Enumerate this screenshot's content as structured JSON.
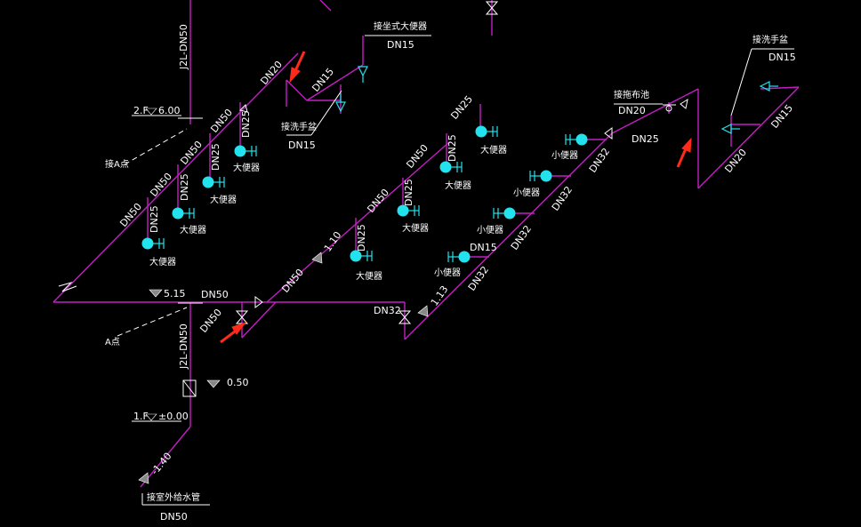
{
  "colors": {
    "background": "#000000",
    "pipe": "#c21fc2",
    "text": "#ffffff",
    "fixture": "#22e2ee",
    "arrow": "#ff2a1a"
  },
  "riser_top": "J2L-DN50",
  "riser_bottom": "J2L-DN50",
  "level_2f": "2.F",
  "level_2f_value": "6.00",
  "level_1f": "1.F",
  "level_1f_value": "±0.00",
  "point_a_connect": "接A点",
  "point_a": "A点",
  "elev_515": "5.15",
  "elev_050": "0.50",
  "elev_110": "1.10",
  "elev_113": "1.13",
  "elev_neg140": "-1.40",
  "outdoor_supply": "接室外给水管",
  "outdoor_size": "DN50",
  "toilet_seat_label": "接坐式大便器",
  "toilet_seat_size": "DN15",
  "basin_label": "接洗手盆",
  "basin_size": "DN15",
  "basin_label_right": "接洗手盆",
  "basin_size_right": "DN15",
  "mop_sink_label": "接拖布池",
  "mop_sink_size": "DN20",
  "dn": {
    "dn20_top": "DN20",
    "dn15_top": "DN15",
    "dn50_a": "DN50",
    "dn50_b": "DN50",
    "dn50_c": "DN50",
    "dn50_d": "DN50",
    "dn25_a": "DN25",
    "dn25_b": "DN25",
    "dn25_c": "DN25",
    "dn25_d": "DN25",
    "dn50_main": "DN50",
    "dn50_lower": "DN50",
    "dn50_mid": "DN50",
    "dn50_mid2": "DN50",
    "dn25_m1": "DN25",
    "dn25_m2": "DN25",
    "dn25_m3": "DN25",
    "dn25_m4": "DN25",
    "dn32_valve": "DN32",
    "dn32_a": "DN32",
    "dn32_b": "DN32",
    "dn32_c": "DN32",
    "dn32_d": "DN32",
    "dn15_urinal": "DN15",
    "dn25_right": "DN25",
    "dn20_right": "DN20",
    "dn15_right": "DN15"
  },
  "fixtures": {
    "toilet": "大便器",
    "urinal": "小便器"
  }
}
